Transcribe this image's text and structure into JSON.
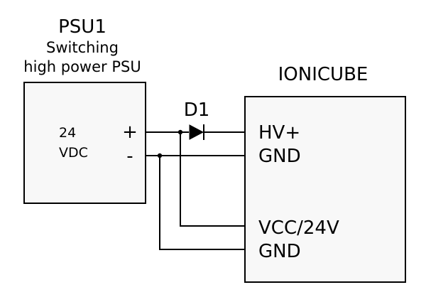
{
  "psu": {
    "name": "PSU1",
    "description_line1": "Switching",
    "description_line2": "high power PSU",
    "voltage_line1": "24",
    "voltage_line2": "VDC",
    "positive_terminal": "+",
    "negative_terminal": "-"
  },
  "diode": {
    "ref": "D1"
  },
  "ionicube": {
    "name": "IONICUBE",
    "pins": [
      "HV+",
      "GND",
      "VCC/24V",
      "GND"
    ]
  },
  "colors": {
    "stroke": "#000000",
    "box_fill": "#f8f8f8",
    "background": "#ffffff"
  }
}
